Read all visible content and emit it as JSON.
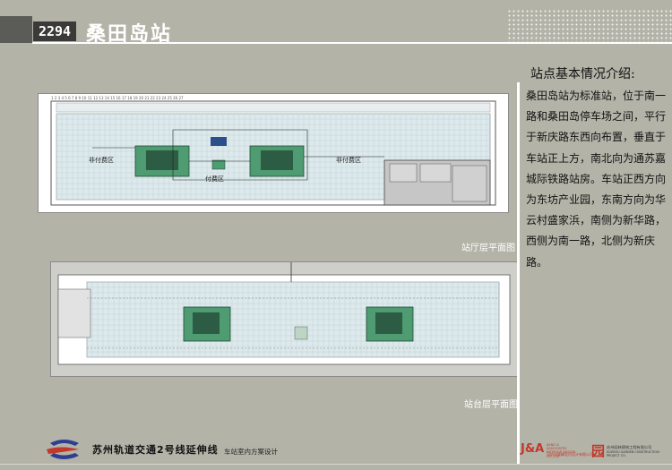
{
  "header": {
    "code": "2294",
    "title": "桑田岛站"
  },
  "info": {
    "heading": "站点基本情况介绍:",
    "body": "桑田岛站为标准站，位于南一路和桑田岛停车场之间，平行于新庆路东西向布置，垂直于车站正上方，南北向为通苏嘉城际铁路站房。车站正西方向为东坊产业园，东南方向为华云村盛家浜，南侧为新华路，西侧为南一路，北侧为新庆路。"
  },
  "concourse": {
    "caption": "站厅层平面图",
    "labels": {
      "unpaid_left": "非付费区",
      "unpaid_right": "非付费区",
      "paid": "付费区"
    }
  },
  "platform": {
    "caption": "站台层平面图"
  },
  "footer": {
    "project_title": "苏州轨道交通2号线延伸线",
    "subtitle": "车站室内方案设计",
    "ja_logo": "J&A",
    "ja_en": "JIANG & ASSOCIATES INTERIOR DESIGN CO.,LTD",
    "ja_cn": "深圳市姜峰室内设计有限公司",
    "partner_cn": "苏州园林建筑工程有限公司",
    "partner_en": "SUZHOU GARDEN CONSTRUCTION PROJECT CO."
  },
  "colors": {
    "background": "#b4b3a8",
    "header_box": "#3a3a38",
    "plan_floor": "#dde9ec",
    "equipment_green": "#4f9b72",
    "ja_red": "#c0392b",
    "logo_blue": "#2f3e8f"
  }
}
